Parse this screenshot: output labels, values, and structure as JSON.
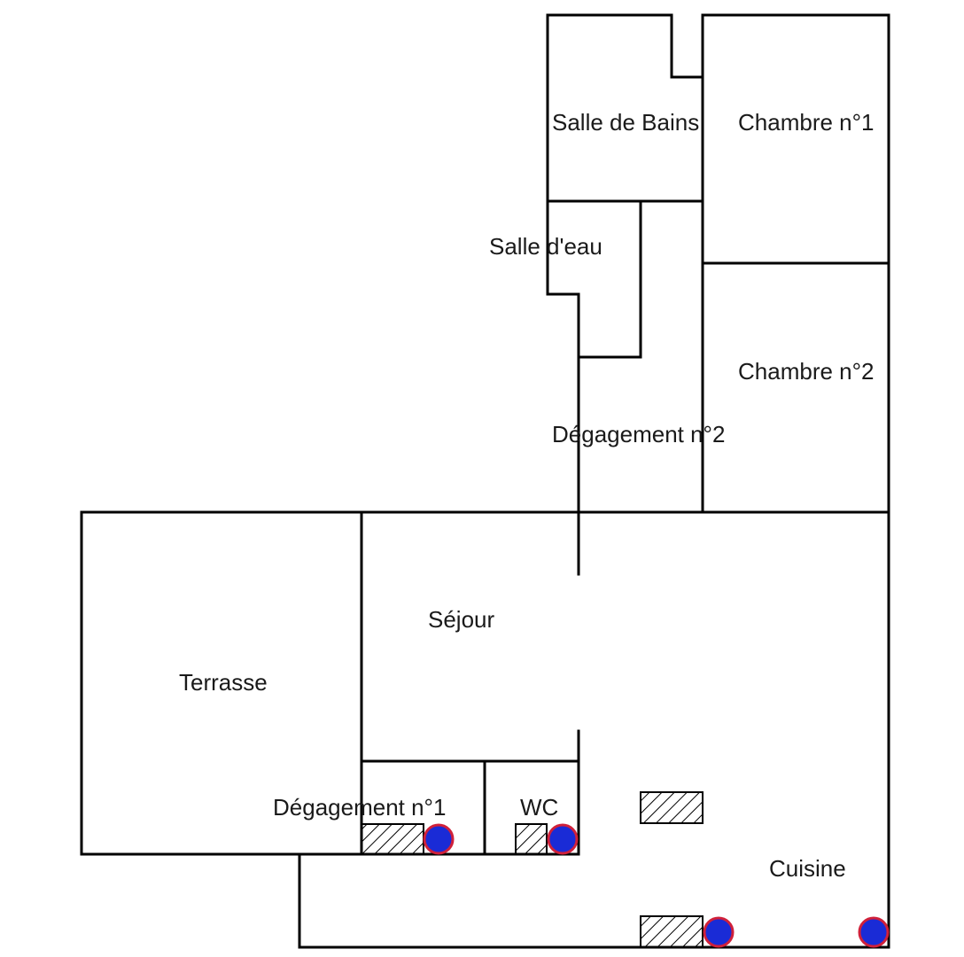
{
  "rooms": {
    "salle_de_bains": "Salle de Bains",
    "chambre_1": "Chambre n°1",
    "salle_d_eau": "Salle d'eau",
    "chambre_2": "Chambre n°2",
    "degagement_2": "Dégagement n°2",
    "sejour": "Séjour",
    "terrasse": "Terrasse",
    "degagement_1": "Dégagement n°1",
    "wc": "WC",
    "cuisine": "Cuisine"
  },
  "colors": {
    "wall": "#000000",
    "marker_fill": "#1a2bd6",
    "marker_ring": "#d0203a",
    "hatch": "#000000"
  }
}
